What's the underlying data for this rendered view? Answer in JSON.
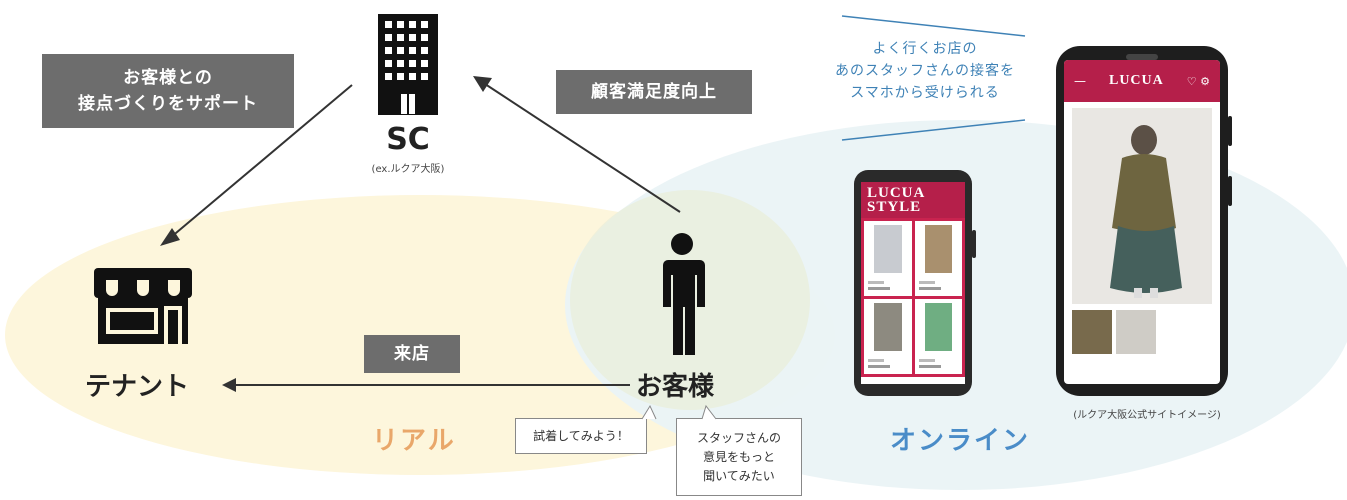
{
  "left_top_box": {
    "line1": "お客様との",
    "line2": "接点づくりをサポート"
  },
  "satisfaction_box": "顧客満足度向上",
  "sc": {
    "title": "SC",
    "subtitle": "(ex.ルクア大阪)"
  },
  "tenant": "テナント",
  "visit_box": "来店",
  "customer": "お客様",
  "real": "リアル",
  "online": "オンライン",
  "bubble_try": "試着してみよう！",
  "bubble_staff": {
    "line1": "スタッフさんの",
    "line2": "意見をもっと",
    "line3": "聞いてみたい"
  },
  "online_text": {
    "line1": "よく行くお店の",
    "line2": "あのスタッフさんの接客を",
    "line3": "スマホから受けられる"
  },
  "small_phone": {
    "title1": "LUCUA",
    "title2": "STYLE"
  },
  "large_phone": {
    "logo": "LUCUA",
    "icons": "♡ ⚙"
  },
  "caption": "(ルクア大阪公式サイトイメージ)",
  "colors": {
    "real_bg": "#fdf6dc",
    "online_bg": "#eaf3f6",
    "brand": "#b51f4a",
    "real_text": "#e9a76a",
    "online_text": "#4a8cc8"
  },
  "icons": [
    "building-icon",
    "store-icon",
    "person-icon",
    "phone-icon"
  ]
}
